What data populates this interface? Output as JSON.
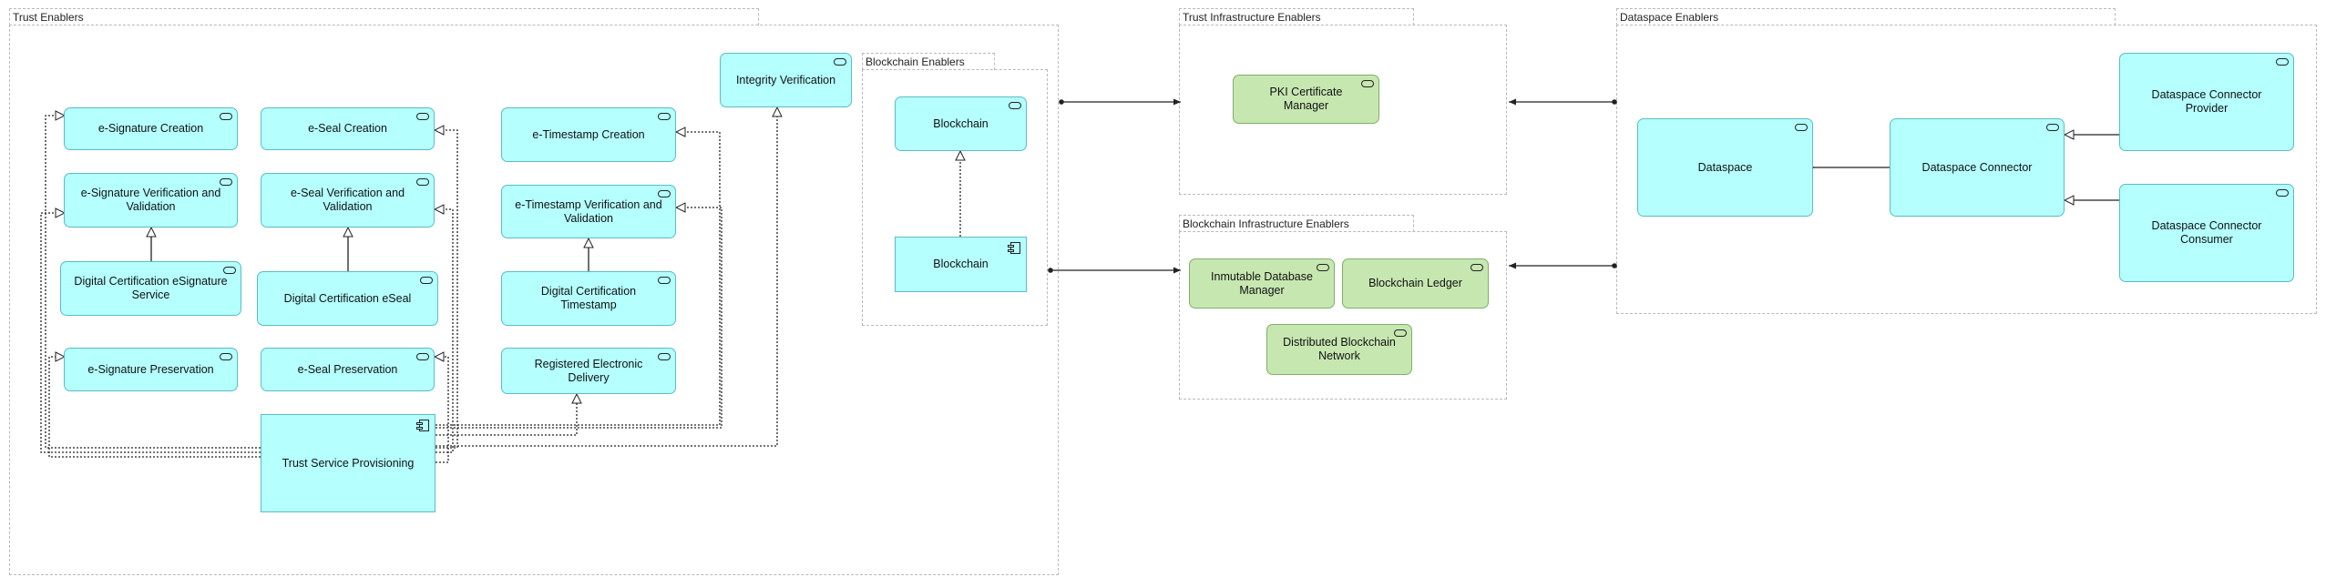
{
  "groups": {
    "trust_enablers": "Trust Enablers",
    "blockchain_enablers": "Blockchain Enablers",
    "trust_infra": "Trust Infrastructure Enablers",
    "blockchain_infra": "Blockchain Infrastructure Enablers",
    "dataspace_enablers": "Dataspace Enablers"
  },
  "nodes": {
    "esig_creation": "e-Signature Creation",
    "esig_verif": "e-Signature Verification and Validation",
    "digcert_esig": "Digital Certification eSignature Service",
    "esig_pres": "e-Signature Preservation",
    "eseal_creation": "e-Seal Creation",
    "eseal_verif": "e-Seal Verification and Validation",
    "digcert_eseal": "Digital Certification eSeal",
    "eseal_pres": "e-Seal Preservation",
    "trust_service": "Trust Service Provisioning",
    "ets_creation": "e-Timestamp Creation",
    "ets_verif": "e-Timestamp Verification and Validation",
    "digcert_ts": "Digital Certification Timestamp",
    "red": "Registered Electronic Delivery",
    "integrity": "Integrity Verification",
    "blockchain_svc": "Blockchain",
    "blockchain_comp": "Blockchain",
    "pki": "PKI Certificate Manager",
    "immutable_db": "Inmutable Database Manager",
    "ledger": "Blockchain Ledger",
    "distributed": "Distributed Blockchain Network",
    "dataspace": "Dataspace",
    "connector": "Dataspace Connector",
    "provider": "Dataspace Connector Provider",
    "consumer": "Dataspace Connector Consumer"
  },
  "colors": {
    "service_fill": "#b5ffff",
    "infra_fill": "#c7e7b1",
    "line": "#222222"
  }
}
